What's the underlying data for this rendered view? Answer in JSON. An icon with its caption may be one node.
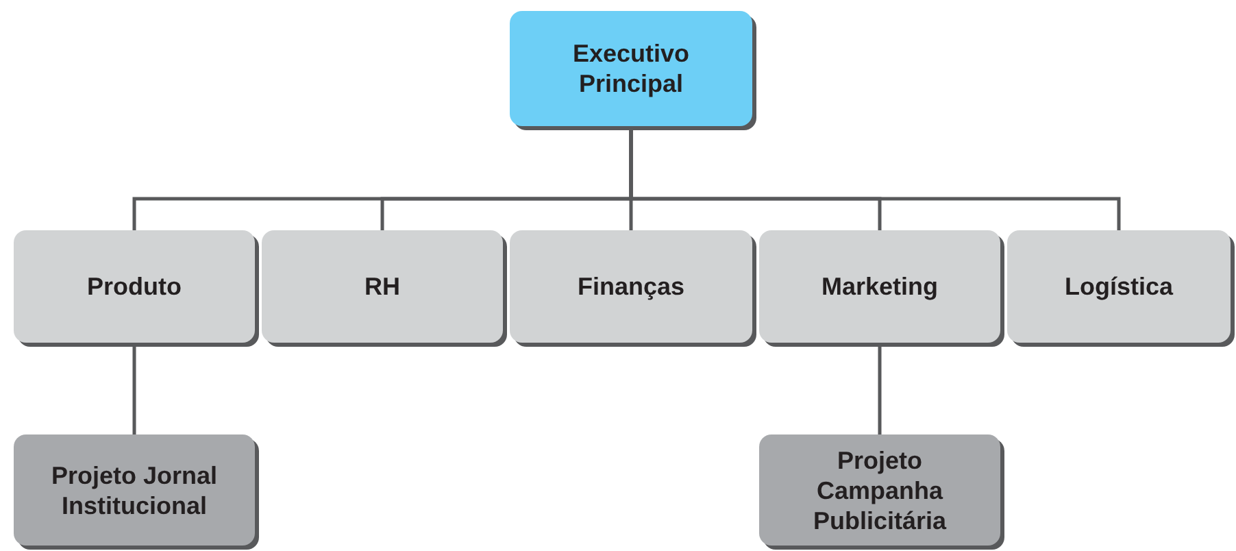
{
  "diagram": {
    "nodes": [
      {
        "text": [
          "Executivo Principal"
        ]
      },
      {
        "text": [
          "Produto"
        ]
      },
      {
        "text": [
          "RH"
        ]
      },
      {
        "text": [
          "Finanças"
        ]
      },
      {
        "text": [
          "Marketing"
        ]
      },
      {
        "text": [
          "Logística"
        ]
      },
      {
        "text": [
          "Projeto Jornal Institucional"
        ]
      },
      {
        "text": [
          "Projeto Campanha Publicitária"
        ]
      }
    ],
    "edges": [
      {
        "from": 0,
        "to": 1,
        "arrow": "none"
      },
      {
        "from": 0,
        "to": 2,
        "arrow": "none"
      },
      {
        "from": 0,
        "to": 3,
        "arrow": "none"
      },
      {
        "from": 0,
        "to": 4,
        "arrow": "none"
      },
      {
        "from": 0,
        "to": 5,
        "arrow": "none"
      },
      {
        "from": 1,
        "to": 6,
        "arrow": "none"
      },
      {
        "from": 4,
        "to": 7,
        "arrow": "none"
      }
    ]
  }
}
